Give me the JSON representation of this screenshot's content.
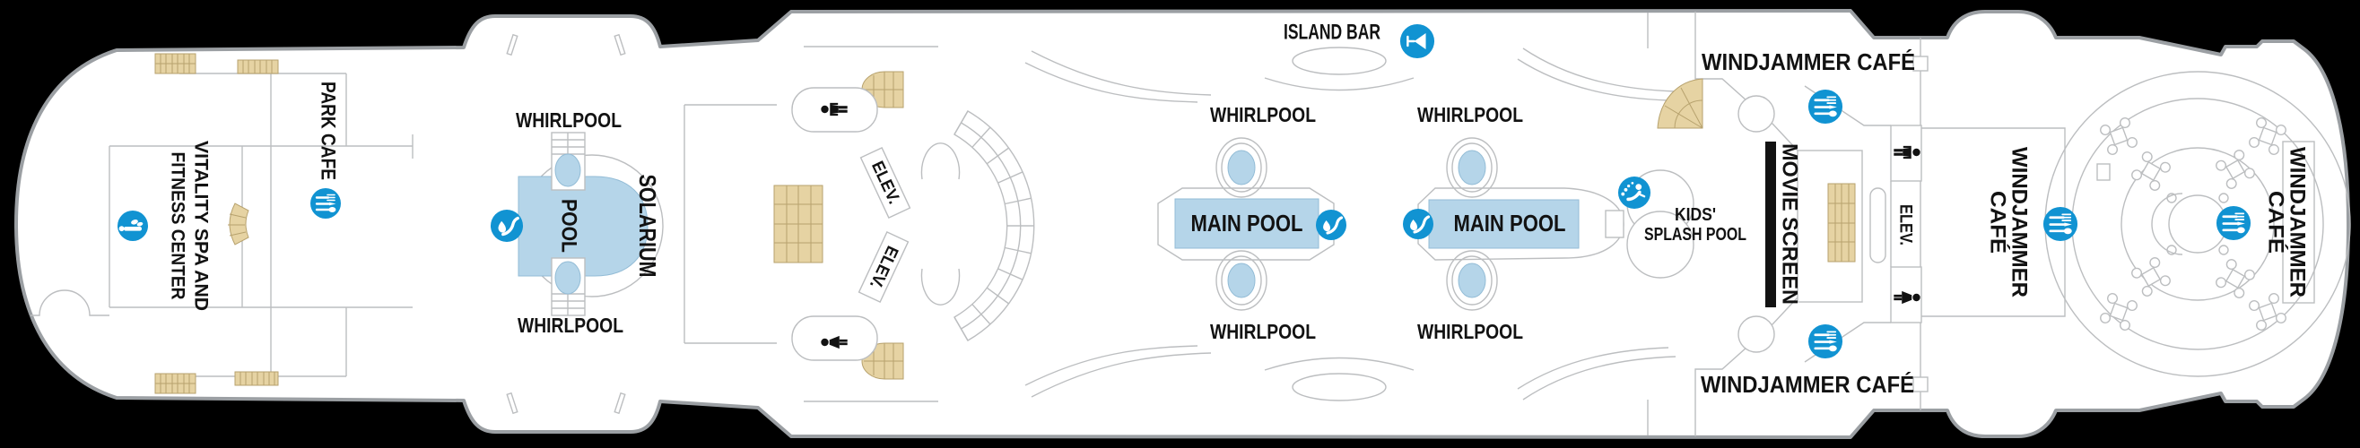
{
  "deck_plan": {
    "type": "cruise-ship-deck-plan",
    "venues": {
      "park_cafe": "PARK CAFE",
      "vitality_spa_lines": [
        "VITALITY SPA AND",
        "FITNESS CENTER"
      ],
      "whirlpool": "WHIRLPOOL",
      "pool": "POOL",
      "solarium": "SOLARIUM",
      "elevator": "ELEV.",
      "island_bar": "ISLAND BAR",
      "main_pool": "MAIN POOL",
      "kids_splash_pool_lines": [
        "KIDS'",
        "SPLASH POOL"
      ],
      "movie_screen": "MOVIE SCREEN",
      "windjammer_cafe": "WINDJAMMER CAFÉ",
      "windjammer_cafe_lines": [
        "WINDJAMMER",
        "CAFÉ"
      ]
    },
    "icons": [
      {
        "name": "spa-massage-icon",
        "meaning": "spa / massage venue"
      },
      {
        "name": "dining-icon",
        "meaning": "food venue (fork, knife and spoon)"
      },
      {
        "name": "swim-icon",
        "meaning": "swimming pool"
      },
      {
        "name": "martini-icon",
        "meaning": "bar / lounge"
      },
      {
        "name": "kids-splash-icon",
        "meaning": "kids water play area"
      },
      {
        "name": "male-restroom-icon",
        "meaning": "men's restroom"
      },
      {
        "name": "female-restroom-icon",
        "meaning": "women's restroom"
      }
    ],
    "colors": {
      "background": "#000000",
      "deck_fill": "#ffffff",
      "hull_outline": "#9b9fa3",
      "interior_lines": "#bcbec0",
      "stairs_fill": "#e6d3a3",
      "stairs_lines": "#b7a26e",
      "water_fill": "#b5d5e9",
      "icon_blue": "#1193d2",
      "text": "#121212"
    }
  }
}
